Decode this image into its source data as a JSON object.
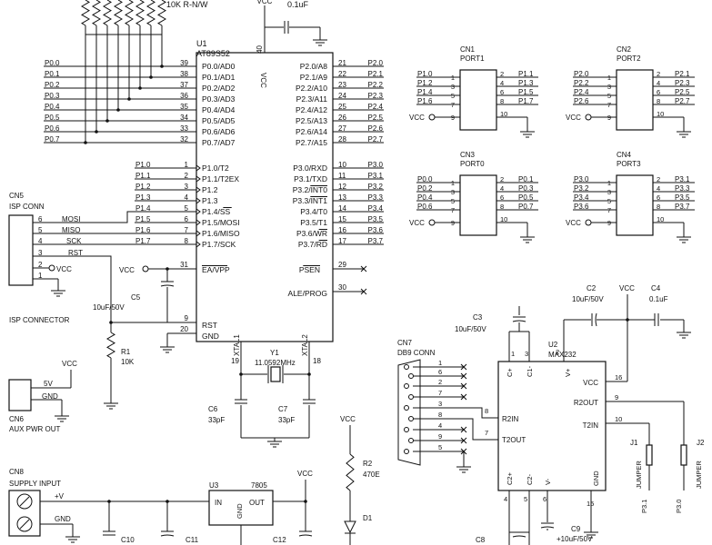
{
  "top": {
    "rn_value": "10K R-N/W",
    "vcc": "VCC",
    "c1_value": "0.1uF"
  },
  "u1": {
    "ref": "U1",
    "part": "AT89S52",
    "vcc_label": "VCC",
    "vcc_pin": "40",
    "left": [
      {
        "net": "P0.0",
        "pin": "39",
        "label": "P0.0/AD0"
      },
      {
        "net": "P0.1",
        "pin": "38",
        "label": "P0.1/AD1"
      },
      {
        "net": "P0.2",
        "pin": "37",
        "label": "P0.2/AD2"
      },
      {
        "net": "P0.3",
        "pin": "36",
        "label": "P0.3/AD3"
      },
      {
        "net": "P0.4",
        "pin": "35",
        "label": "P0.4/AD4"
      },
      {
        "net": "P0.5",
        "pin": "34",
        "label": "P0.5/AD5"
      },
      {
        "net": "P0.6",
        "pin": "33",
        "label": "P0.6/AD6"
      },
      {
        "net": "P0.7",
        "pin": "32",
        "label": "P0.7/AD7"
      },
      {
        "net": "P1.0",
        "pin": "1",
        "label": "P1.0/T2"
      },
      {
        "net": "P1.1",
        "pin": "2",
        "label": "P1.1/T2EX"
      },
      {
        "net": "P1.2",
        "pin": "3",
        "label": "P1.2"
      },
      {
        "net": "P1.3",
        "pin": "4",
        "label": "P1.3"
      },
      {
        "net": "P1.4",
        "pin": "5",
        "label": "P1.4/SS"
      },
      {
        "net": "P1.5",
        "pin": "6",
        "label": "P1.5/MOSI"
      },
      {
        "net": "P1.6",
        "pin": "7",
        "label": "P1.6/MISO"
      },
      {
        "net": "P1.7",
        "pin": "8",
        "label": "P1.7/SCK"
      }
    ],
    "right": [
      {
        "net": "P2.0",
        "pin": "21",
        "label": "P2.0/A8"
      },
      {
        "net": "P2.1",
        "pin": "22",
        "label": "P2.1/A9"
      },
      {
        "net": "P2.2",
        "pin": "23",
        "label": "P2.2/A10"
      },
      {
        "net": "P2.3",
        "pin": "24",
        "label": "P2.3/A11"
      },
      {
        "net": "P2.4",
        "pin": "25",
        "label": "P2.4/A12"
      },
      {
        "net": "P2.5",
        "pin": "26",
        "label": "P2.5/A13"
      },
      {
        "net": "P2.6",
        "pin": "27",
        "label": "P2.6/A14"
      },
      {
        "net": "P2.7",
        "pin": "28",
        "label": "P2.7/A15"
      },
      {
        "net": "P3.0",
        "pin": "10",
        "label": "P3.0/RXD"
      },
      {
        "net": "P3.1",
        "pin": "11",
        "label": "P3.1/TXD"
      },
      {
        "net": "P3.2",
        "pin": "12",
        "label": "P3.2/INT0"
      },
      {
        "net": "P3.3",
        "pin": "13",
        "label": "P3.3/INT1"
      },
      {
        "net": "P3.4",
        "pin": "14",
        "label": "P3.4/T0"
      },
      {
        "net": "P3.5",
        "pin": "15",
        "label": "P3.5/T1"
      },
      {
        "net": "P3.6",
        "pin": "16",
        "label": "P3.6/WR"
      },
      {
        "net": "P3.7",
        "pin": "17",
        "label": "P3.7/RD"
      }
    ],
    "ea_label": "EA/VPP",
    "ea_pin": "31",
    "psen_label": "PSEN",
    "psen_pin": "29",
    "ale_label": "ALE/PROG",
    "ale_pin": "30",
    "rst_label": "RST",
    "rst_pin": "9",
    "gnd_label": "GND",
    "gnd_pin": "20",
    "xtal1": "XTAL1",
    "xtal1_pin": "19",
    "xtal2": "XTAL2",
    "xtal2_pin": "18"
  },
  "isp": {
    "ref": "CN5",
    "name": "ISP CONN",
    "caption": "ISP CONNECTOR",
    "pins": [
      "6",
      "5",
      "4",
      "3",
      "2",
      "1"
    ],
    "signals": [
      "MOSI",
      "MISO",
      "SCK",
      "RST"
    ],
    "vcc": "VCC"
  },
  "ea_vcc": "VCC",
  "c5": {
    "ref": "C5",
    "value": "10uF/50V"
  },
  "r1": {
    "ref": "R1",
    "value": "10K",
    "vcc": "VCC"
  },
  "xtal": {
    "ref": "Y1",
    "value": "11.0592MHz",
    "c6_ref": "C6",
    "c6_val": "33pF",
    "c7_ref": "C7",
    "c7_val": "33pF"
  },
  "ports": [
    {
      "ref": "CN1",
      "name": "PORT1",
      "left_nets": [
        "P1.0",
        "P1.2",
        "P1.4",
        "P1.6"
      ],
      "left_pins": [
        "1",
        "3",
        "5",
        "7",
        "9"
      ],
      "right_nets": [
        "P1.1",
        "P1.3",
        "P1.5",
        "P1.7"
      ],
      "right_pins": [
        "2",
        "4",
        "6",
        "8",
        "10"
      ],
      "vcc": "VCC"
    },
    {
      "ref": "CN2",
      "name": "PORT2",
      "left_nets": [
        "P2.0",
        "P2.2",
        "P2.4",
        "P2.6"
      ],
      "left_pins": [
        "1",
        "3",
        "5",
        "7",
        "9"
      ],
      "right_nets": [
        "P2.1",
        "P2.3",
        "P2.5",
        "P2.7"
      ],
      "right_pins": [
        "2",
        "4",
        "6",
        "8",
        "10"
      ],
      "vcc": "VCC"
    },
    {
      "ref": "CN3",
      "name": "PORT0",
      "left_nets": [
        "P0.0",
        "P0.2",
        "P0.4",
        "P0.6"
      ],
      "left_pins": [
        "1",
        "3",
        "5",
        "7",
        "9"
      ],
      "right_nets": [
        "P0.1",
        "P0.3",
        "P0.5",
        "P0.7"
      ],
      "right_pins": [
        "2",
        "4",
        "6",
        "8",
        "10"
      ],
      "vcc": "VCC"
    },
    {
      "ref": "CN4",
      "name": "PORT3",
      "left_nets": [
        "P3.0",
        "P3.2",
        "P3.4",
        "P3.6"
      ],
      "left_pins": [
        "1",
        "3",
        "5",
        "7",
        "9"
      ],
      "right_nets": [
        "P3.1",
        "P3.3",
        "P3.5",
        "P3.7"
      ],
      "right_pins": [
        "2",
        "4",
        "6",
        "8",
        "10"
      ],
      "vcc": "VCC"
    }
  ],
  "aux": {
    "ref": "CN6",
    "name": "AUX PWR OUT",
    "vcc": "VCC",
    "v5": "5V",
    "gnd": "GND"
  },
  "supply": {
    "ref": "CN8",
    "name": "SUPPLY INPUT",
    "plus": "+V",
    "gnd": "GND",
    "c10": "C10",
    "c11": "C11"
  },
  "reg": {
    "ref": "U3",
    "part": "7805",
    "in": "IN",
    "out": "OUT",
    "gnd": "GND",
    "c12": "C12",
    "vcc": "VCC"
  },
  "led": {
    "vcc": "VCC",
    "r2_ref": "R2",
    "r2_val": "470E",
    "d1_ref": "D1"
  },
  "rs232": {
    "cn7_ref": "CN7",
    "cn7_name": "DB9 CONN",
    "db9_pins": [
      "1",
      "6",
      "2",
      "7",
      "3",
      "8",
      "4",
      "9",
      "5"
    ],
    "u2_ref": "U2",
    "u2_part": "MAX232",
    "c1p": "C+",
    "c1m": "C1-",
    "vplus": "V+",
    "c2p": "C2+",
    "c2m": "C2-",
    "vminus": "V-",
    "vcc": "VCC",
    "r2out": "R2OUT",
    "t2in": "T2IN",
    "r2in": "R2IN",
    "t2out": "T2OUT",
    "gnd": "GND",
    "pins": {
      "p1": "1",
      "p3": "3",
      "p2": "2",
      "p16": "16",
      "p9": "9",
      "p10": "10",
      "p8": "8",
      "p7": "7",
      "p4": "4",
      "p5": "5",
      "p6": "6",
      "p15": "15"
    },
    "c2_ref": "C2",
    "c2_val": "10uF/50V",
    "vcc2": "VCC",
    "c4_ref": "C4",
    "c4_val": "0.1uF",
    "c3_ref": "C3",
    "c3_val": "10uF/50V",
    "c8_ref": "C8",
    "c9_ref": "C9",
    "c9_val": "+10uF/50V",
    "j1": "J1",
    "j2": "J2",
    "jumper": "JUMPER",
    "p31": "P3.1",
    "p30": "P3.0"
  }
}
